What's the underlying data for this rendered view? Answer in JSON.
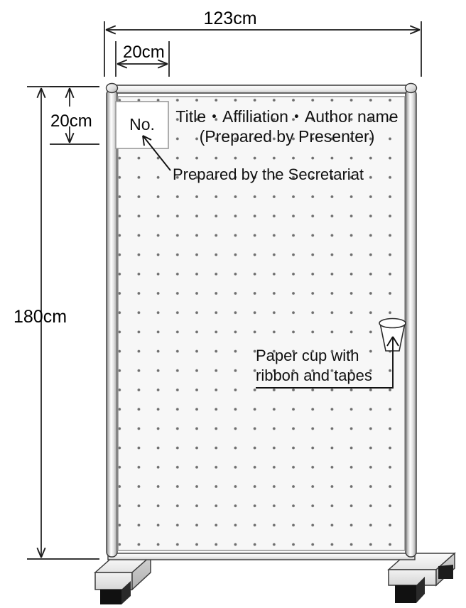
{
  "diagram": {
    "title_alt": "Poster board specification diagram",
    "dimensions": {
      "width_label": "123cm",
      "height_label": "180cm",
      "margin_horizontal_label": "20cm",
      "margin_vertical_label": "20cm"
    },
    "board": {
      "no_box_label": "No.",
      "title_line_1": "Title・Affiliation・Author name",
      "title_line_2": "(Prepared by Presenter)",
      "secretariat_note": "Prepared by the Secretariat",
      "cup_note_line_1": "Paper cup with",
      "cup_note_line_2": "ribbon and tapes"
    },
    "colors": {
      "line": "#1a1a1a",
      "panel_fill": "#f7f7f7",
      "panel_border": "#9a9a9a",
      "dot": "#6e6e6e",
      "post_light": "#ffffff",
      "post_mid": "#b9b9b9",
      "post_dark": "#8a8a8a",
      "foot_top": "#e9e9e9",
      "foot_side": "#c6c6c6",
      "foot_front": "#dedede",
      "caster": "#111111"
    }
  }
}
